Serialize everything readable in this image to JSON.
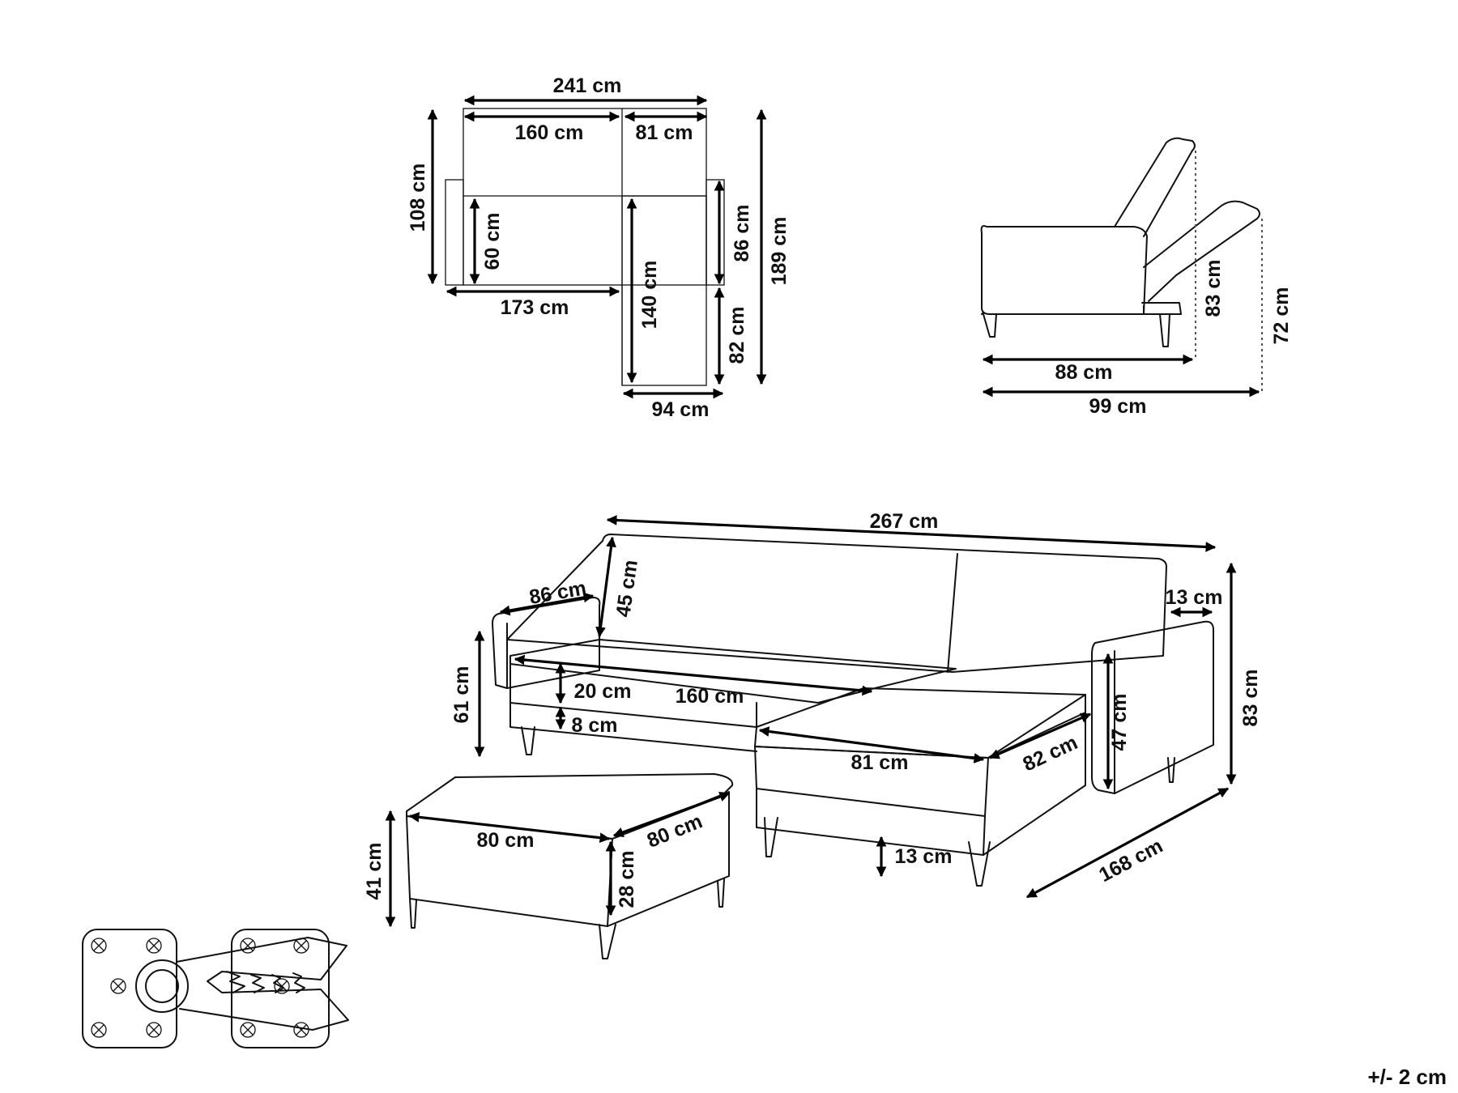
{
  "top_view": {
    "overall_width": "241 cm",
    "sofa_width": "160 cm",
    "chaise_width": "81 cm",
    "depth": "108 cm",
    "seat_depth": "60 cm",
    "seat_width": "173 cm",
    "chaise_seat_length": "140 cm",
    "armrest_upper": "86 cm",
    "armrest_lower": "82 cm",
    "total_length": "189 cm",
    "chaise_total_width": "94 cm"
  },
  "side_view": {
    "depth": "88 cm",
    "reclined_depth": "99 cm",
    "height": "83 cm",
    "reclined_height": "72 cm"
  },
  "perspective_view": {
    "total_width": "267 cm",
    "armrest_depth": "86 cm",
    "backrest_height": "45 cm",
    "armrest_height": "61 cm",
    "seat_height": "20 cm",
    "seat_width": "160 cm",
    "base_height": "8 cm",
    "armrest_width": "13 cm",
    "total_height": "83 cm",
    "armrest_inner_height": "47 cm",
    "chaise_width": "81 cm",
    "chaise_depth": "82 cm",
    "leg_height": "13 cm",
    "total_depth": "168 cm"
  },
  "ottoman": {
    "width": "80 cm",
    "depth": "80 cm",
    "height": "41 cm",
    "cushion_height": "28 cm"
  },
  "tolerance": "+/- 2 cm"
}
